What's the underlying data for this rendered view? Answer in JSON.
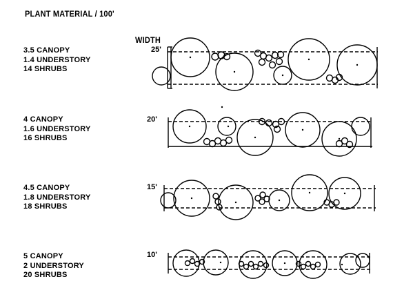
{
  "title": "PLANT MATERIAL / 100'",
  "width_heading": "WIDTH",
  "rows": [
    {
      "canopy": "3.5 CANOPY",
      "understory": "1.4 UNDERSTORY",
      "shrubs": "14 SHRUBS",
      "width": "25'"
    },
    {
      "canopy": "4 CANOPY",
      "understory": "1.6 UNDERSTORY",
      "shrubs": "16 SHRUBS",
      "width": "20'"
    },
    {
      "canopy": "4.5 CANOPY",
      "understory": "1.8 UNDERSTORY",
      "shrubs": "18 SHRUBS",
      "width": "15'"
    },
    {
      "canopy": "5 CANOPY",
      "understory": "2 UNDERSTORY",
      "shrubs": "20 SHRUBS",
      "width": "10'"
    }
  ]
}
